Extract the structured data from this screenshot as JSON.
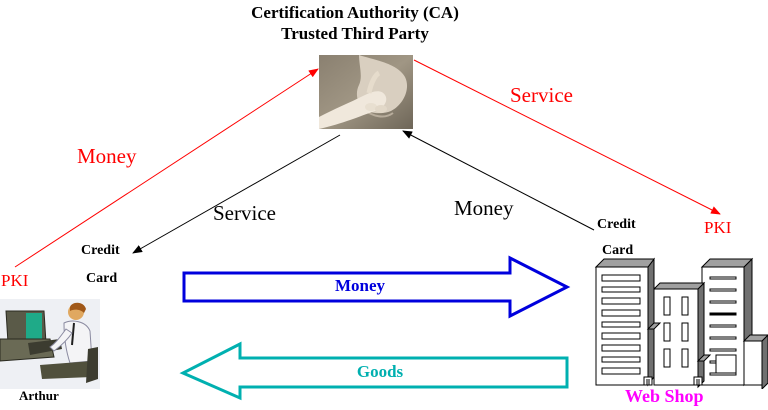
{
  "diagram": {
    "ca": {
      "title_line1": "Certification Authority (CA)",
      "title_line2": "Trusted Third Party",
      "image": "handshake-photo"
    },
    "customer": {
      "name": "Arthur",
      "pki_label": "PKI",
      "credit_card_line1": "Credit",
      "credit_card_line2": "Card",
      "image": "person-at-computer"
    },
    "merchant": {
      "name": "Web Shop",
      "pki_label": "PKI",
      "credit_card_line1": "Credit",
      "credit_card_line2": "Card",
      "image": "office-buildings"
    },
    "edges": [
      {
        "from": "customer",
        "to": "ca",
        "label": "Money",
        "color": "#ff0000"
      },
      {
        "from": "ca",
        "to": "merchant",
        "label": "Service",
        "color": "#ff0000"
      },
      {
        "from": "ca",
        "to": "customer",
        "label": "Service",
        "color": "#000000"
      },
      {
        "from": "merchant",
        "to": "ca",
        "label": "Money",
        "color": "#000000"
      },
      {
        "from": "customer",
        "to": "merchant",
        "label": "Money",
        "color": "#0000dd",
        "style": "block-arrow"
      },
      {
        "from": "merchant",
        "to": "customer",
        "label": "Goods",
        "color": "#00b0b0",
        "style": "block-arrow"
      }
    ],
    "colors": {
      "red": "#ff0000",
      "blue_arrow": "#0000dd",
      "teal_arrow": "#00b0b0",
      "web_shop_label": "#ff00ff"
    }
  }
}
